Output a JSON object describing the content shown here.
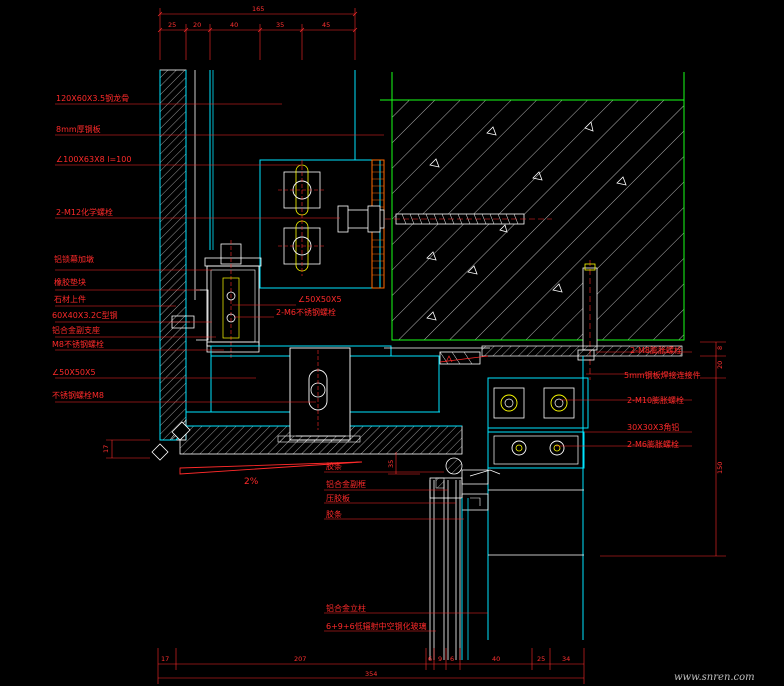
{
  "labels": [
    "120X60X3.5钢龙骨",
    "8mm厚钢板",
    "∠100X63X8   l=100",
    "2-M12化学螺栓",
    "铝锁幕加墩",
    "橡胶垫块",
    "石材上件",
    "60X40X3.2C型钢",
    "铝合金副支座",
    "M8不锈钢螺栓",
    "∠50X50X5",
    "不锈钢螺栓M8",
    "∠50X50X5",
    "2-M6不锈钢螺栓",
    "2-M8膨胀螺栓",
    "5mm钢板焊接连接件",
    "2-M10膨胀螺栓",
    "30X30X3角铝",
    "2-M6膨胀螺栓",
    "2%",
    "胶条",
    "铝合金副框",
    "压胶板",
    "胶条",
    "铝合金立柱",
    "6+9+6低辐射中空钢化玻璃"
  ],
  "dims_top": [
    "165",
    "25",
    "20",
    "40",
    "35",
    "45"
  ],
  "dims_bottom": [
    "17",
    "207",
    "6",
    "9",
    "6",
    "40",
    "25",
    "34",
    "354"
  ],
  "dims_right": [
    "8",
    "20",
    "150"
  ],
  "dims_left": [
    "17"
  ],
  "dims_misc": [
    "35"
  ],
  "watermark": "www.snren.com",
  "colors": {
    "background": "#000000",
    "annotation": "#ff2a2a",
    "steel": "#00e5ff",
    "concrete": "#ffffff",
    "frame": "#18ff18",
    "glass": "#ffffff"
  }
}
